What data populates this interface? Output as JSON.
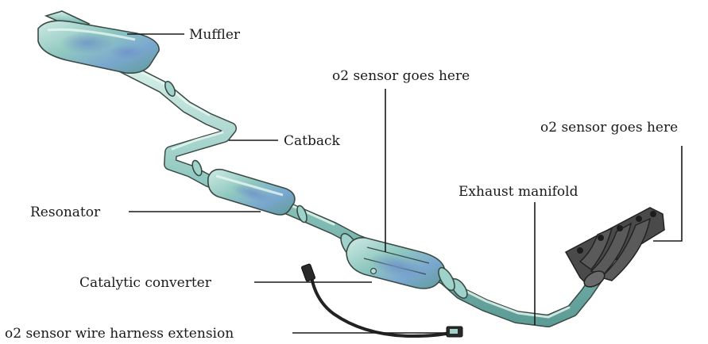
{
  "labels": {
    "muffler": "Muffler",
    "o2_sensor_cat": "o2 sensor goes here",
    "catback": "Catback",
    "o2_sensor_manifold": "o2 sensor goes here",
    "exhaust_manifold": "Exhaust manifold",
    "resonator": "Resonator",
    "catalytic_converter": "Catalytic converter",
    "wire_harness": "o2 sensor wire harness extension"
  },
  "colors": {
    "pipe_base": "#8fc8c0",
    "pipe_highlight": "#d8efe9",
    "pipe_shade": "#5e9c96",
    "blue_tint": "#6f93c8",
    "outline": "#3a4a44",
    "manifold": "#4a4a4a",
    "harness": "#222222"
  }
}
